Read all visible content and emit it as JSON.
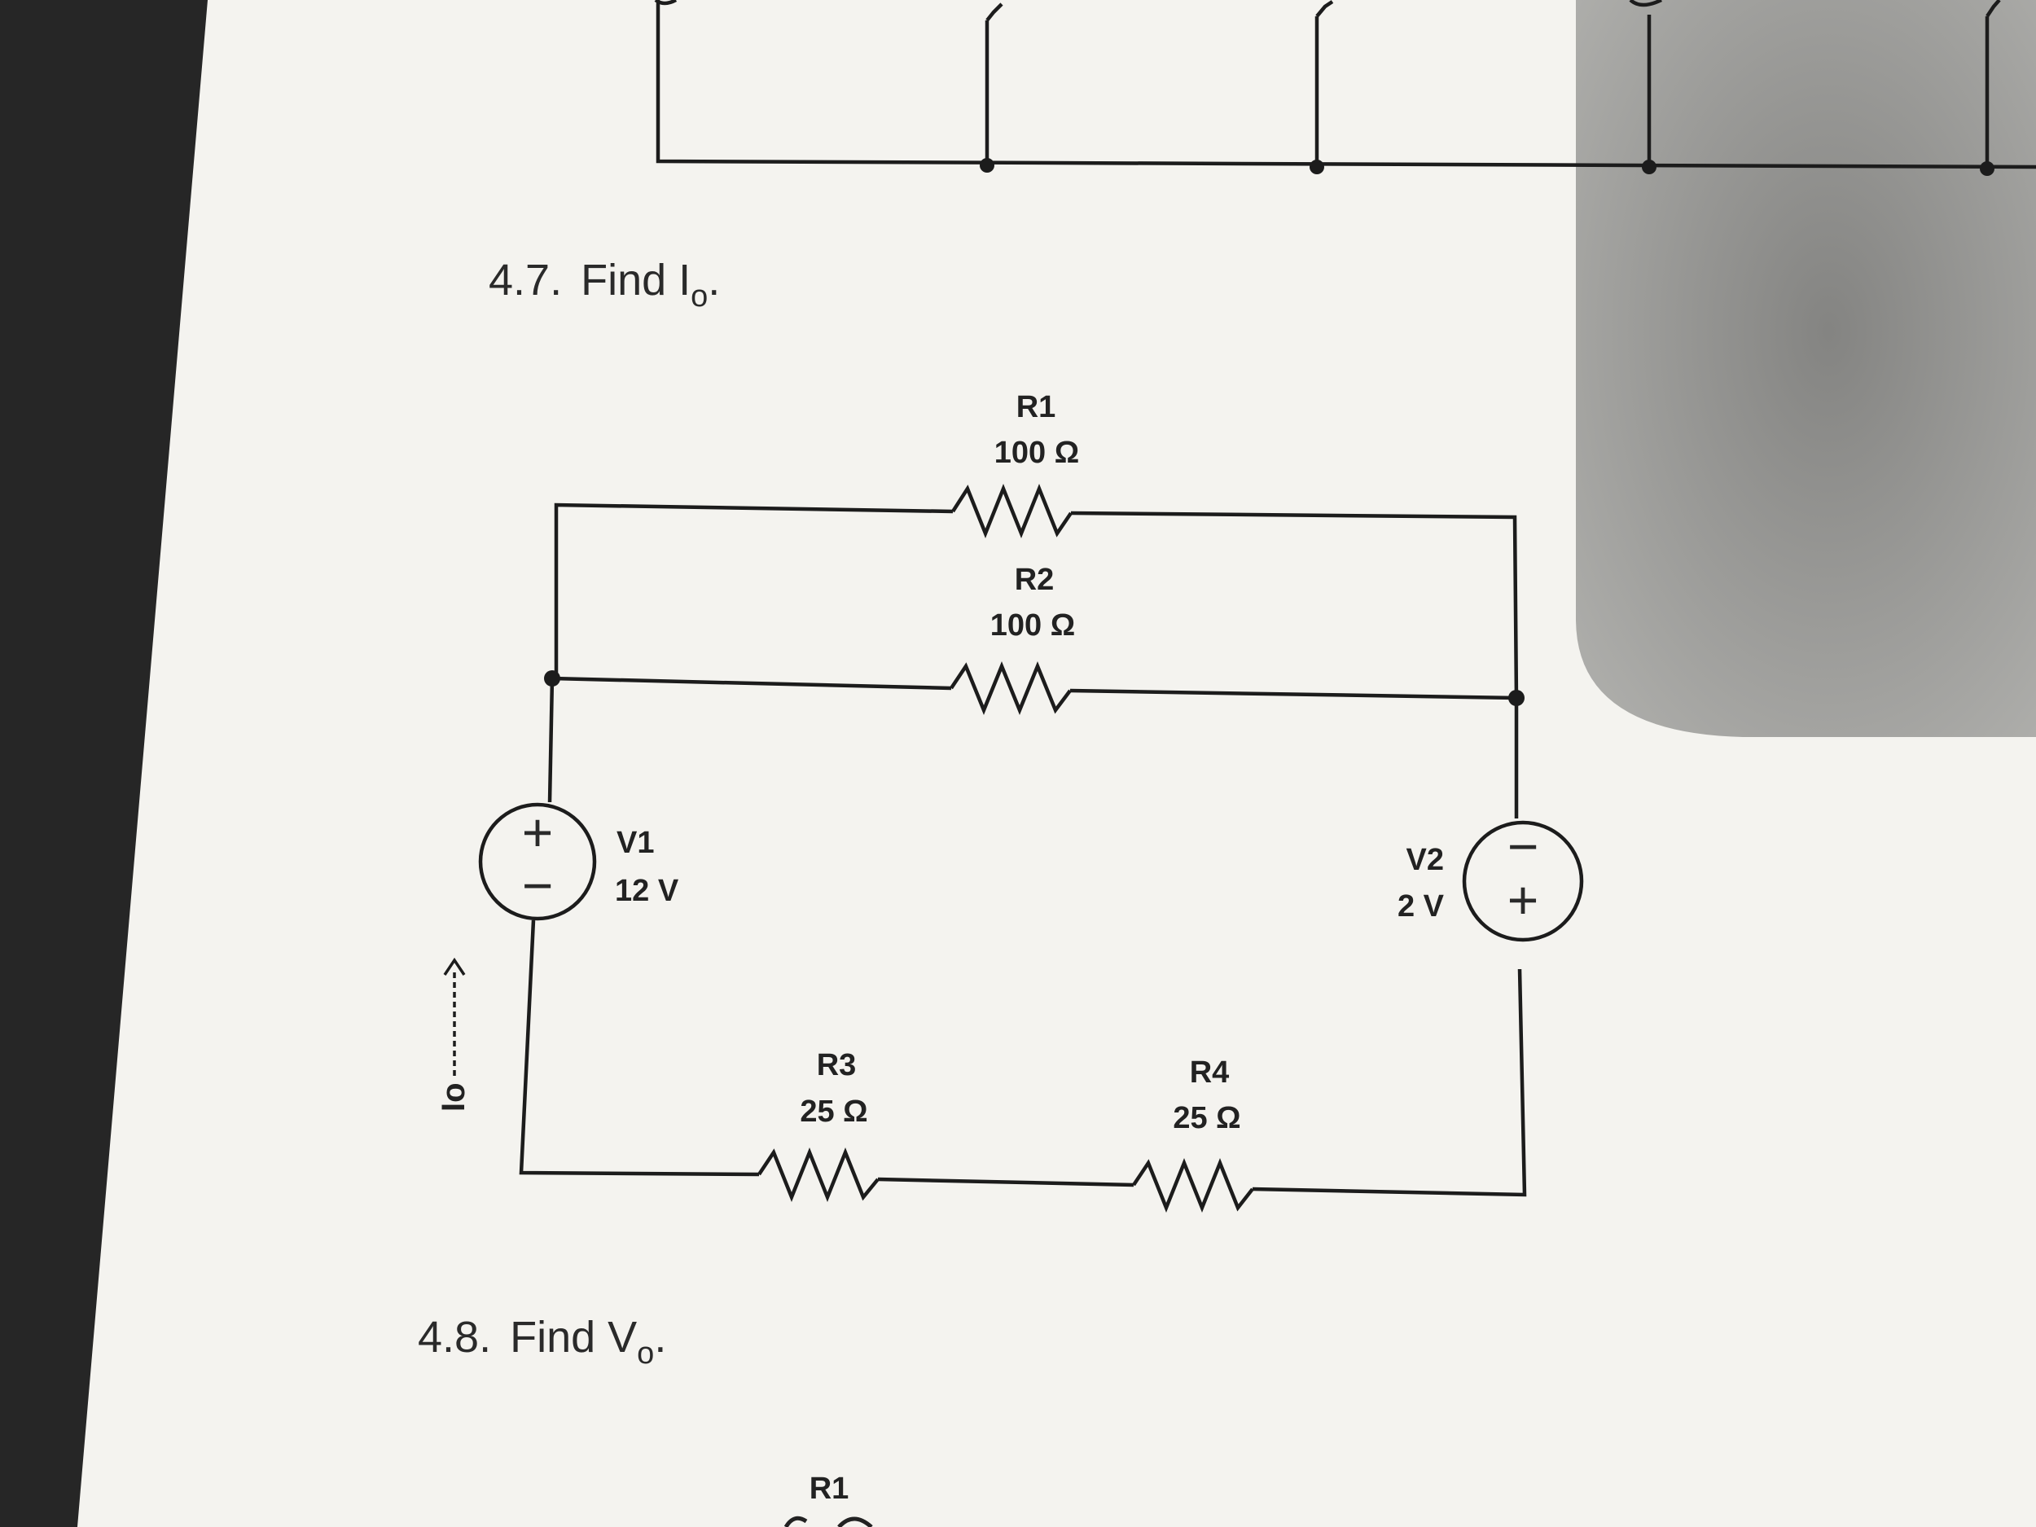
{
  "problem_4_7": {
    "number": "4.7.",
    "text": "Find I",
    "subscript": "o",
    "end": "."
  },
  "problem_4_8": {
    "number": "4.8.",
    "text": "Find V",
    "subscript": "o",
    "end": "."
  },
  "circuit": {
    "R1": {
      "name": "R1",
      "value": "100 Ω"
    },
    "R2": {
      "name": "R2",
      "value": "100 Ω"
    },
    "R3": {
      "name": "R3",
      "value": "25 Ω"
    },
    "R4": {
      "name": "R4",
      "value": "25 Ω"
    },
    "V1": {
      "name": "V1",
      "value": "12 V",
      "plus": "+",
      "minus": "−"
    },
    "V2": {
      "name": "V2",
      "value": "2 V",
      "plus": "+",
      "minus": "−"
    },
    "current_label": "Io"
  },
  "next_circuit": {
    "R1": "R1"
  },
  "colors": {
    "paper": "#f4f3ef",
    "shadow": "#8a8a88",
    "background": "#262626",
    "ink": "#1c1c1c"
  }
}
